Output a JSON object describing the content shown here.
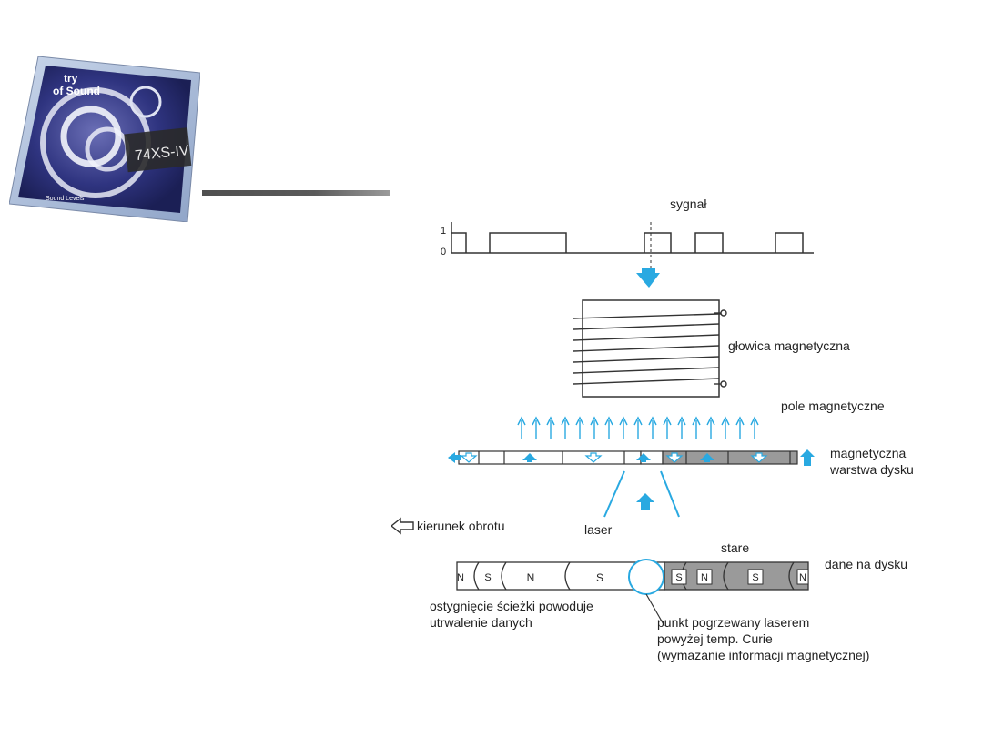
{
  "slide": {
    "logo_text": {
      "line1": "try",
      "line2": "of Sound",
      "brand": "74XS-IV",
      "bottom": "Sound Levels"
    }
  },
  "diagram": {
    "signal_label": "sygnał",
    "signal_axis": {
      "one": "1",
      "zero": "0"
    },
    "head_label": "głowica magnetyczna",
    "field_label": "pole magnetyczne",
    "layer_label_line1": "magnetyczna",
    "layer_label_line2": "warstwa dysku",
    "rotation_label": "kierunek obrotu",
    "laser_label": "laser",
    "old_label": "stare",
    "data_label": "dane na dysku",
    "cooling_line1": "ostygnięcie ścieżki powoduje",
    "cooling_line2": "utrwalenie danych",
    "heated_line1": "punkt pogrzewany laserem",
    "heated_line2": "powyżej temp. Curie",
    "heated_line3": "(wymazanie informacji magnetycznej)",
    "track_poles": [
      "N",
      "S",
      "N",
      "S",
      "S",
      "N",
      "S",
      "N"
    ],
    "colors": {
      "accent": "#29a9e1",
      "old_data": "#9a9a9a",
      "line": "#333333"
    }
  }
}
